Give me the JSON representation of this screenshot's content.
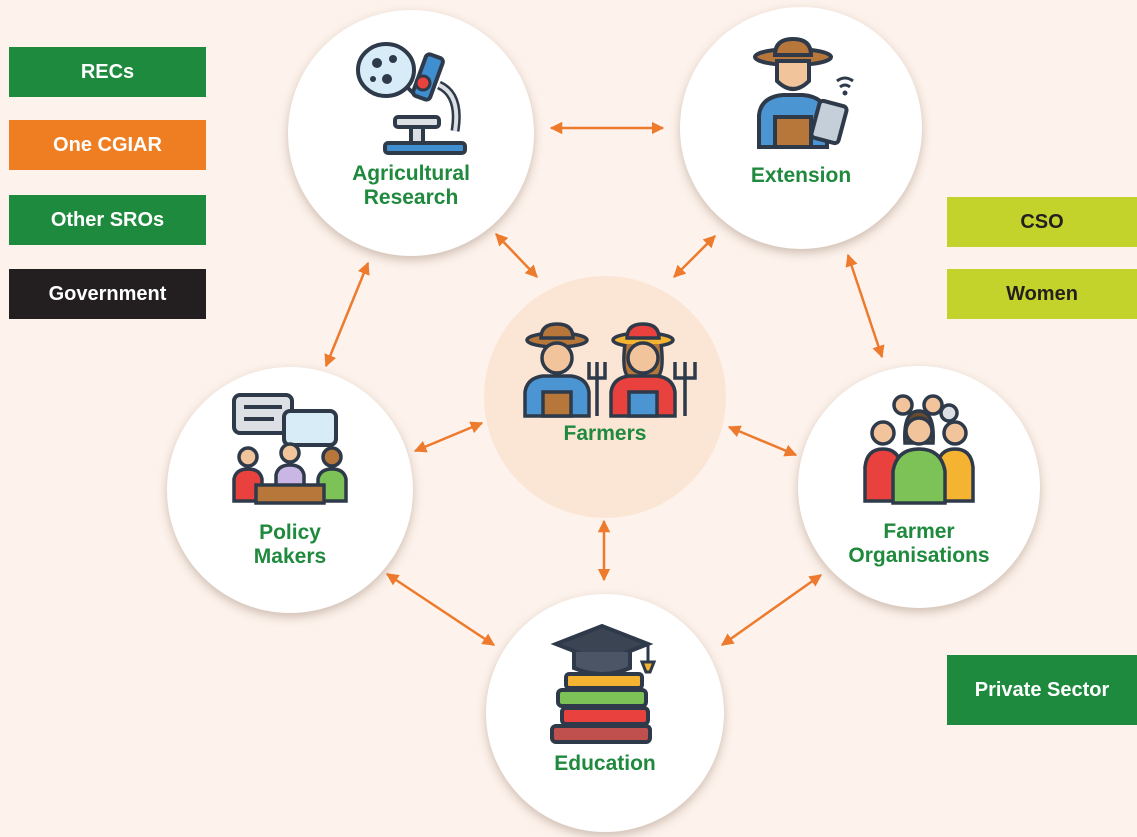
{
  "colors": {
    "background": "#fdf3ec",
    "arrow": "#ee7b2d",
    "label_green": "#1f8a3d",
    "tag_green": "#1e8a3e",
    "tag_orange": "#ef7d22",
    "tag_black": "#231f20",
    "tag_lime": "#c3d32b"
  },
  "left_tags": [
    {
      "text": "RECs",
      "color": "#1e8a3e"
    },
    {
      "text": "One CGIAR",
      "color": "#ef7d22"
    },
    {
      "text": "Other SROs",
      "color": "#1e8a3e"
    },
    {
      "text": "Government",
      "color": "#231f20"
    }
  ],
  "right_tags": [
    {
      "text": "CSO",
      "color": "#c3d32b"
    },
    {
      "text": "Women",
      "color": "#c3d32b"
    },
    {
      "text": "Private Sector",
      "color": "#1e8a3e"
    }
  ],
  "nodes": {
    "research": {
      "label": "Agricultural Research",
      "icon": "microscope-icon"
    },
    "extension": {
      "label": "Extension",
      "icon": "farmer-with-tablet-icon"
    },
    "farmers": {
      "label": "Farmers",
      "icon": "farmers-with-pitchforks-icon"
    },
    "policy": {
      "label": "Policy Makers",
      "icon": "meeting-discussion-icon"
    },
    "organisations": {
      "label": "Farmer Organisations",
      "icon": "group-of-people-icon"
    },
    "education": {
      "label": "Education",
      "icon": "books-and-graduation-cap-icon"
    }
  },
  "connections": [
    [
      "research",
      "extension"
    ],
    [
      "research",
      "farmers"
    ],
    [
      "extension",
      "farmers"
    ],
    [
      "research",
      "policy"
    ],
    [
      "extension",
      "organisations"
    ],
    [
      "policy",
      "farmers"
    ],
    [
      "farmers",
      "organisations"
    ],
    [
      "farmers",
      "education"
    ],
    [
      "policy",
      "education"
    ],
    [
      "organisations",
      "education"
    ]
  ]
}
